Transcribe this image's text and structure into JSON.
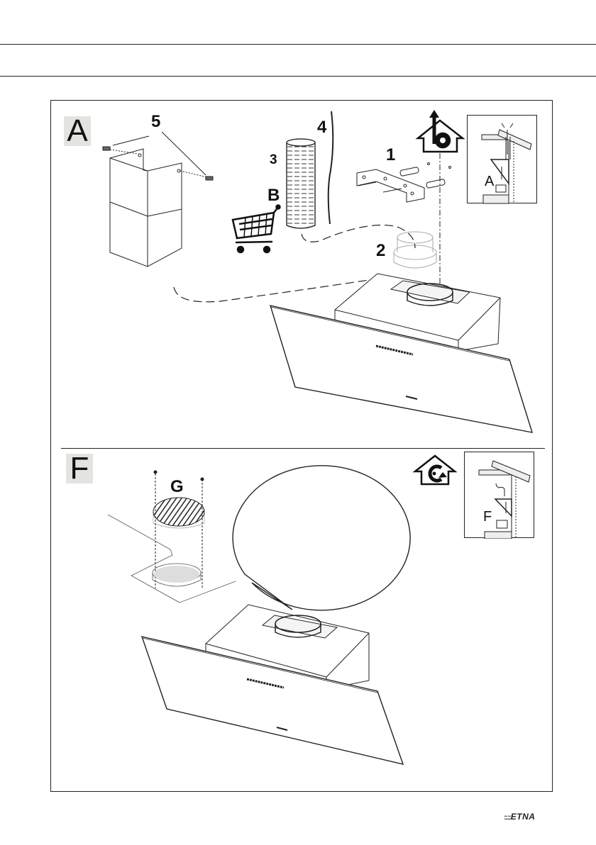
{
  "page": {
    "type": "installation-manual-page",
    "footer_brand": {
      "mark": "⚍",
      "name": "ETNA"
    }
  },
  "section_a": {
    "label": "A",
    "callouts": {
      "part_1": "1",
      "part_2": "2",
      "part_3": "3",
      "part_4": "4",
      "part_5": "5",
      "optional": "B"
    },
    "inset_label": "A",
    "mode_icon": "ducted-extraction-house-icon",
    "shop_icon": "shopping-cart-icon"
  },
  "section_f": {
    "label": "F",
    "callouts": {
      "filter": "G"
    },
    "inset_label": "F",
    "mode_icon": "recirculation-house-icon"
  }
}
